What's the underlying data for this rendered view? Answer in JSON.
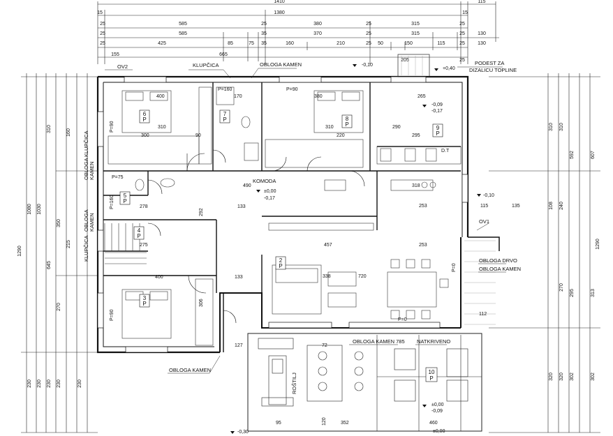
{
  "plan": {
    "top_dims": {
      "row1": [
        "1410",
        "115"
      ],
      "row2": [
        "15",
        "1380",
        "15"
      ],
      "row3": [
        "25",
        "585",
        "25",
        "380",
        "25",
        "315",
        "25"
      ],
      "row4": [
        "25",
        "585",
        "35",
        "370",
        "25",
        "315",
        "25",
        "130"
      ],
      "row5": [
        "25",
        "425",
        "85",
        "75",
        "35",
        "160",
        "210",
        "25",
        "50",
        "150",
        "115",
        "25",
        "130"
      ],
      "row6": [
        "155",
        "665",
        "205",
        "25"
      ]
    },
    "left_dims": [
      "1080",
      "1030",
      "1290",
      "310",
      "160",
      "645",
      "350",
      "215",
      "270",
      "230",
      "230",
      "230",
      "230",
      "230"
    ],
    "right_dims": [
      "310",
      "310",
      "592",
      "607",
      "240",
      "108",
      "1290",
      "270",
      "313",
      "295",
      "320",
      "302",
      "302",
      "320"
    ],
    "annotations": {
      "ov2": "OV2",
      "ov1": "OV1",
      "klupcica_top": "KLUPČICA",
      "obloga_kamen_top": "OBLOGA KAMEN",
      "podest": "PODEST ZA",
      "podest2": "DIZALICU TOPLINE",
      "klupcica_left1": "KLUPČICA",
      "obloga_left1": "OBLOGA",
      "kamen_left1": "KAMEN",
      "klupcica_left2": "KLUPČICA",
      "obloga_left2": "OBLOGA",
      "kamen_left2": "KAMEN",
      "obloga_drvo": "OBLOGA DRVO",
      "obloga_kamen_right": "OBLOGA KAMEN",
      "obloga_kamen_785": "OBLOGA KAMEN 785",
      "natkriveno": "NATKRIVENO",
      "obloga_kamen_bottom": "OBLOGA KAMEN",
      "rostilj": "ROŠTILJ",
      "komoda": "KOMODA"
    },
    "levels": {
      "l1": "-0,10",
      "l2": "+0,40",
      "l3": "-0,09",
      "l4": "-0,17",
      "l5": "±0,00",
      "l6": "-0,17",
      "l7": "-0,10",
      "l8": "±0,00",
      "l9": "-0,09",
      "l10": "-0,30",
      "l11": "±0,00"
    },
    "rooms": [
      {
        "num": "6",
        "p": "P"
      },
      {
        "num": "7",
        "p": "P"
      },
      {
        "num": "8",
        "p": "P"
      },
      {
        "num": "9",
        "p": "P"
      },
      {
        "num": "5",
        "p": "P"
      },
      {
        "num": "4",
        "p": "P"
      },
      {
        "num": "2",
        "p": "P"
      },
      {
        "num": "3",
        "p": "P"
      },
      {
        "num": "10",
        "p": "P"
      }
    ],
    "inner_labels": {
      "p160": "P=160",
      "p90a": "P=90",
      "p90b": "P=90",
      "p90c": "P=90",
      "p75": "P=75",
      "p160b": "P=160",
      "p0": "P=0",
      "p0b": "P=0",
      "dt": "D.T",
      "d400a": "400",
      "d310a": "310",
      "d300": "300",
      "d380": "380",
      "d310b": "310",
      "d220": "220",
      "d265": "265",
      "d290": "290",
      "d295": "295",
      "d490": "490",
      "d278": "278",
      "d275": "275",
      "d457": "457",
      "d338": "338",
      "d720": "720",
      "d400b": "400",
      "d253a": "253",
      "d253b": "253",
      "d352": "352",
      "d460": "460",
      "d95": "95",
      "d306": "306",
      "d292": "292",
      "d133a": "133",
      "d133b": "133",
      "d112": "112",
      "d127": "127",
      "d170": "170",
      "d90": "90",
      "d120": "120",
      "d72": "72",
      "d135": "135",
      "d115": "115",
      "d318": "318"
    }
  }
}
